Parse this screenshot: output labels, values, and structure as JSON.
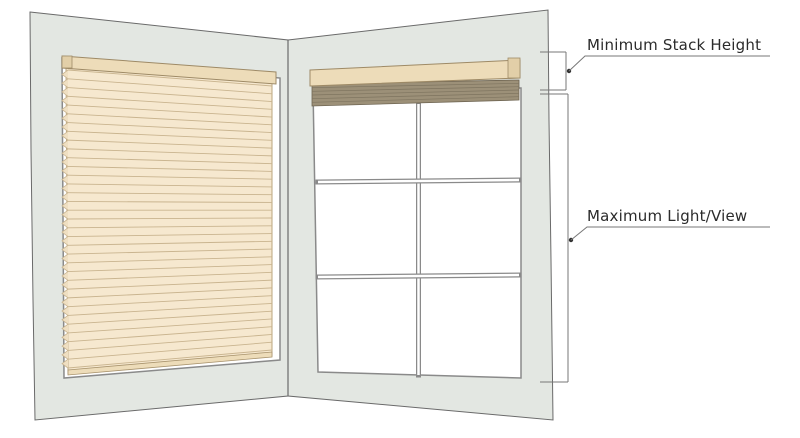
{
  "annotations": {
    "minimum_stack_height": "Minimum Stack Height",
    "maximum_light_view": "Maximum Light/View"
  },
  "shades": {
    "left": {
      "state": "lowered",
      "fraction_lowered": 1.0
    },
    "right": {
      "state": "raised",
      "fraction_lowered": 0.0
    }
  },
  "window_panes": {
    "rows": 3,
    "columns": 2
  },
  "colors": {
    "wall": "#e3e7e2",
    "wall_outline": "#555555",
    "shade_fabric": "#f6e8cf",
    "shade_pleat_line": "#c9b48f",
    "headrail": "#eddcb9",
    "stacked_fabric": "#9c9078",
    "window_frame": "#8a8a8a",
    "glass": "#ffffff",
    "callout_line": "#777777",
    "label_text": "#2b2b2b"
  }
}
